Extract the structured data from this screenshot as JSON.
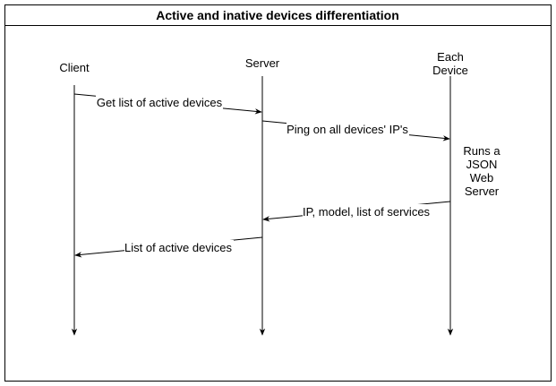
{
  "title": "Active and inative devices differentiation",
  "lifelines": [
    {
      "id": "client",
      "label_lines": [
        "Client"
      ]
    },
    {
      "id": "server",
      "label_lines": [
        "Server"
      ]
    },
    {
      "id": "device",
      "label_lines": [
        "Each",
        "Device"
      ]
    }
  ],
  "messages": [
    {
      "from": "client",
      "to": "server",
      "label": "Get list of active devices"
    },
    {
      "from": "server",
      "to": "device",
      "label": "Ping on all devices' IP's"
    },
    {
      "from": "device",
      "to": "server",
      "label": "IP, model, list of services"
    },
    {
      "from": "server",
      "to": "client",
      "label": "List of active devices"
    }
  ],
  "note": {
    "lifeline": "device",
    "lines": [
      "Runs a",
      "JSON",
      "Web",
      "Server"
    ]
  }
}
